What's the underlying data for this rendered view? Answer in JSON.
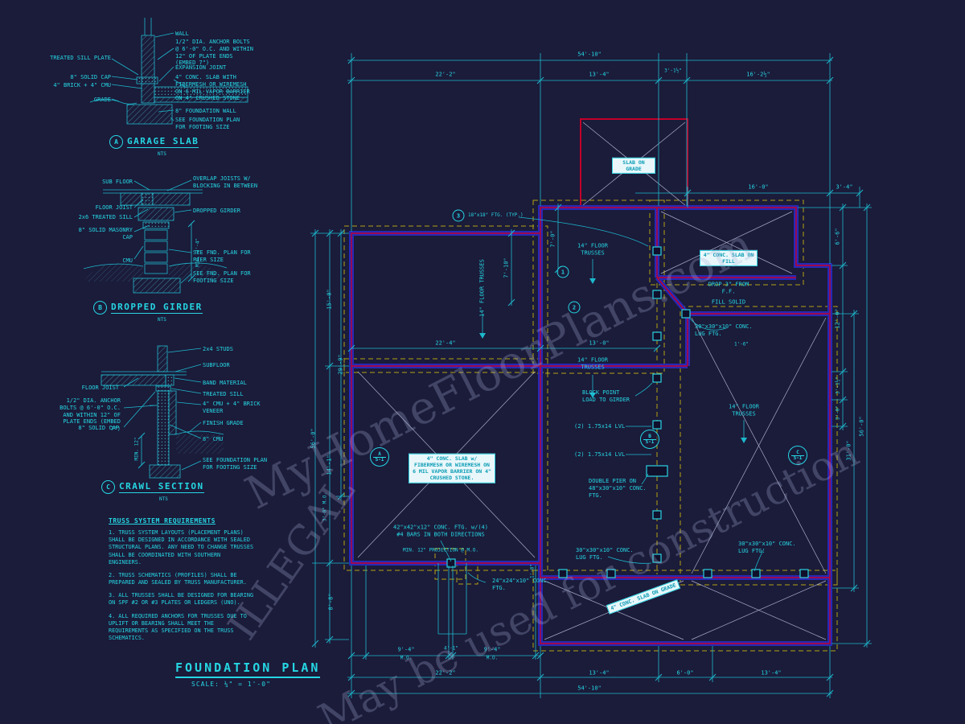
{
  "sheet": {
    "title": "FOUNDATION PLAN",
    "scale": "SCALE: ¼\" = 1'-0\"",
    "bg": "#1b1b3a",
    "accent": "#25d7e3"
  },
  "watermark": {
    "line1": "MyHomeFloorPlans.com",
    "line2": "May be used for construction",
    "line3": "ILLEGAL"
  },
  "details": {
    "a": {
      "marker": "A",
      "title": "GARAGE SLAB",
      "scale": "NTS",
      "labels": {
        "wall": "WALL",
        "anchor_bolts": "1/2\" DIA. ANCHOR BOLTS @ 6'-0\" O.C. AND WITHIN 12\" OF PLATE ENDS (EMBED 7\")",
        "expansion_joint": "EXPANSION JOINT",
        "slab": "4\" CONC. SLAB WITH FIBERMESH OR WIREMESH ON 6 MIL VAPOR BARRIER ON 4\" CRUSHED STONE",
        "foundation_wall": "8\" FOUNDATION WALL",
        "footing_note": "SEE FOUNDATION PLAN FOR FOOTING SIZE",
        "treated_sill": "TREATED SILL PLATE",
        "solid_cap": "8\" SOLID CAP",
        "brick_cmu": "4\" BRICK + 4\" CMU",
        "grade": "GRADE"
      }
    },
    "b": {
      "marker": "B",
      "title": "DROPPED GIRDER",
      "scale": "NTS",
      "labels": {
        "sub_floor": "SUB FLOOR",
        "floor_joist": "FLOOR JOIST",
        "treated_sill": "2x6 TREATED SILL",
        "masonry_cap": "8\" SOLID MASONRY CAP",
        "cmu": "CMU",
        "overlap": "OVERLAP JOISTS W/ BLOCKING IN BETWEEN",
        "dropped_girder": "DROPPED GIRDER",
        "pier_note": "SEE FND. PLAN FOR PIER SIZE",
        "footing_note": "SEE FND. PLAN FOR FOOTING SIZE",
        "min_dim": "MIN. 2'-4\""
      }
    },
    "c": {
      "marker": "C",
      "title": "CRAWL SECTION",
      "scale": "NTS",
      "labels": {
        "studs": "2x4 STUDS",
        "subfloor": "SUBFLOOR",
        "band": "BAND MATERIAL",
        "treated_sill": "TREATED SILL",
        "cmu_brick": "4\" CMU + 4\" BRICK VENEER",
        "finish_grade": "FINISH GRADE",
        "cmu": "8\" CMU",
        "footing_note": "SEE FOUNDATION PLAN FOR FOOTING SIZE",
        "floor_joist": "FLOOR JOIST",
        "anchor_bolts": "1/2\" DIA. ANCHOR BOLTS @ 6'-0\" O.C. AND WITHIN 12\" OF PLATE ENDS (EMBED 7\")",
        "solid_cap": "8\" SOLID CAP",
        "min_dim": "MIN. 12\""
      }
    }
  },
  "truss_requirements": {
    "title": "TRUSS SYSTEM REQUIREMENTS",
    "items": [
      "1. TRUSS SYSTEM LAYOUTS (PLACEMENT PLANS) SHALL BE DESIGNED IN ACCORDANCE WITH SEALED STRUCTURAL PLANS. ANY NEED TO CHANGE TRUSSES SHALL BE COORDINATED WITH SOUTHERN ENGINEERS.",
      "2. TRUSS SCHEMATICS (PROFILES) SHALL BE PREPARED AND SEALED BY TRUSS MANUFACTURER.",
      "3. ALL TRUSSES SHALL BE DESIGNED FOR BEARING ON SPF #2 OR #3 PLATES OR LEDGERS (UNO).",
      "4. ALL REQUIRED ANCHORS FOR TRUSSES DUE TO UPLIFT OR BEARING SHALL MEET THE REQUIREMENTS AS SPECIFIED ON THE TRUSS SCHEMATICS."
    ]
  },
  "plan": {
    "labels": {
      "slab_on_grade": "SLAB ON GRADE",
      "ftg_typ": "18\"x18\" FTG. (TYP.)",
      "floor_trusses": "14\" FLOOR TRUSSES",
      "porch_slab": "4\" CONC. SLAB ON FILL",
      "drop": "DROP 3\" FROM F.F.",
      "fill_solid": "FILL SOLID",
      "lug_ftg": "30\"x30\"x10\" CONC. LUG FTG.",
      "block_point": "BLOCK POINT LOAD TO GIRDER",
      "lvl": "(2) 1.75x14 LVL",
      "double_pier": "DOUBLE PIER ON 48\"x30\"x10\" CONC. FTG.",
      "slab_spec": "4\" CONC. SLAB w/ FIBERMESH OR WIREMESH ON 6 MIL VAPOR BARRIER ON 4\" CRUSHED STONE.",
      "big_ftg": "42\"x42\"x12\" CONC. FTG. w/(4) #4 BARS IN BOTH DIRECTIONS",
      "projection": "MIN. 12\" PROJECTION @ M.O.",
      "pad_ftg": "24\"x24\"x10\" CONC. FTG.",
      "slab_diag": "4\" CONC. SLAB ON GRADE",
      "mo": "M.O."
    },
    "markers": {
      "a": "A",
      "b": "B",
      "c": "C",
      "sheet": "S-1",
      "n1": "1",
      "n2": "2",
      "n3": "3"
    },
    "dims": {
      "overall_w": "54'-10\"",
      "top_a": "22'-2\"",
      "top_b": "13'-4\"",
      "top_c": "3'-1½\"",
      "top_d": "16'-2½\"",
      "porch_w": "16'-0\"",
      "porch_side": "3'-4\"",
      "garage_w": "22'-4\"",
      "center_w": "13'-0\"",
      "left_upper": "15'-0\"",
      "left_mid": "29'-9\"",
      "left_lower": "14'-1\"",
      "left_mo": "3'-0\" M.O.",
      "left_stoop": "8'-8\"",
      "left_small": "1'-8\"",
      "int_a": "7'-10\"",
      "int_b": "7'-0\"",
      "int_c": "1'-6\"",
      "right_top": "6'-6\"",
      "right_a": "12'-0\"",
      "right_b": "3'-1½\"",
      "right_c": "3'-0\"",
      "right_d": "31'-0\"",
      "overall_h": "56'-0\"",
      "mo_w": "9'-4\"",
      "mo_mid": "4'-1\"",
      "bot_a": "22'-2\"",
      "bot_b": "13'-4\"",
      "bot_c": "6'-0\"",
      "bot_d": "13'-4\""
    }
  }
}
